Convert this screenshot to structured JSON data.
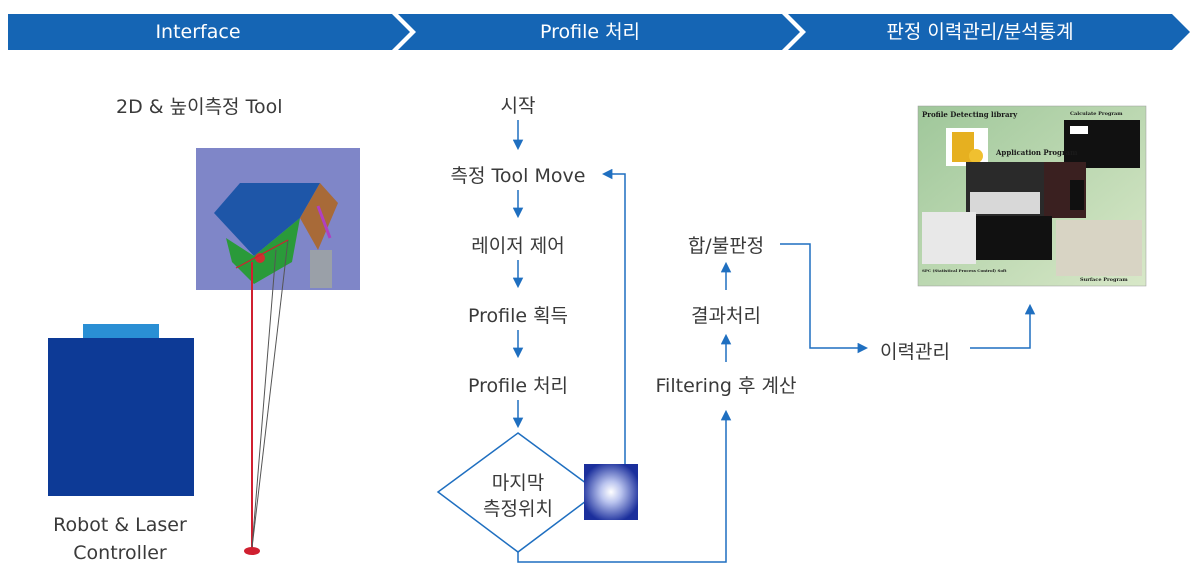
{
  "stages": [
    "Interface",
    "Profile 처리",
    "판정 이력관리/분석통계"
  ],
  "interface": {
    "tool_label": "2D & 높이측정 Tool",
    "controller_label_line1": "Robot & Laser",
    "controller_label_line2": "Controller"
  },
  "flow": {
    "start": "시작",
    "move": "측정 Tool Move",
    "laser": "레이저 제어",
    "acquire": "Profile 획득",
    "process": "Profile 처리",
    "decision_line1": "마지막",
    "decision_line2": "측정위치",
    "filtering": "Filtering 후 계산",
    "result": "결과처리",
    "judge": "합/불판정",
    "history": "이력관리"
  },
  "screenshot": {
    "library_title": "Profile Detecting library",
    "calc_title": "Calculate Program",
    "app_title": "Application Program",
    "spc_title": "SPC (Statistical Process Control) Soft",
    "surface_title": "Surface Program"
  },
  "colors": {
    "chevron": "#1565b4",
    "arrow": "#1f6fc0",
    "controller": "#0d3a96",
    "controller_top": "#2a8fd4"
  }
}
